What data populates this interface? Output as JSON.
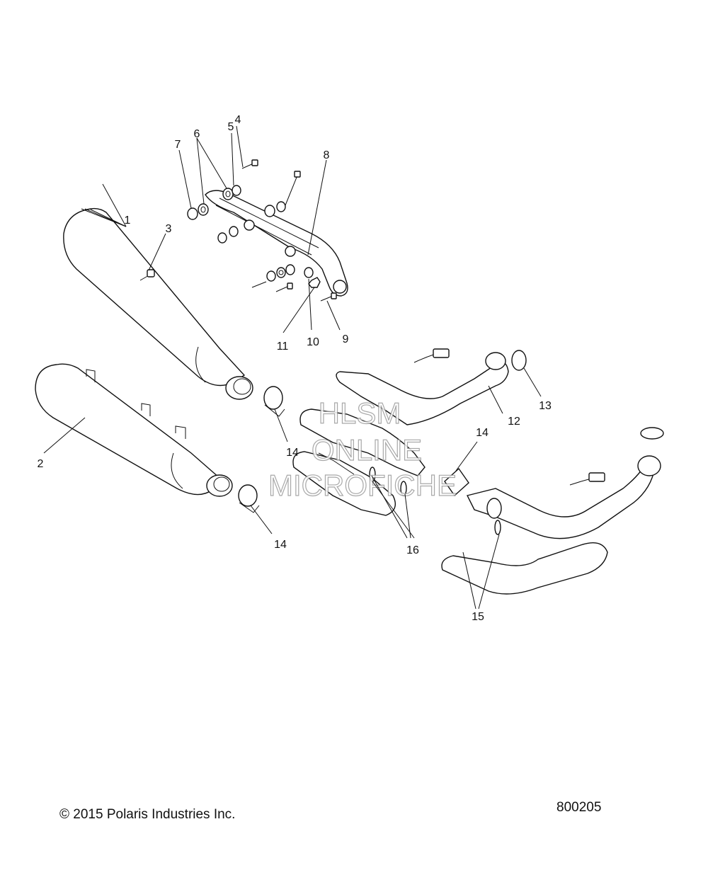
{
  "callouts": [
    {
      "id": "1",
      "label": "1"
    },
    {
      "id": "2",
      "label": "2"
    },
    {
      "id": "3",
      "label": "3"
    },
    {
      "id": "4",
      "label": "4"
    },
    {
      "id": "5",
      "label": "5"
    },
    {
      "id": "6",
      "label": "6"
    },
    {
      "id": "7",
      "label": "7"
    },
    {
      "id": "8",
      "label": "8"
    },
    {
      "id": "9",
      "label": "9"
    },
    {
      "id": "10",
      "label": "10"
    },
    {
      "id": "11",
      "label": "11"
    },
    {
      "id": "12",
      "label": "12"
    },
    {
      "id": "13",
      "label": "13"
    },
    {
      "id": "14a",
      "label": "14"
    },
    {
      "id": "14b",
      "label": "14"
    },
    {
      "id": "14c",
      "label": "14"
    },
    {
      "id": "15",
      "label": "15"
    },
    {
      "id": "16",
      "label": "16"
    }
  ],
  "watermark": {
    "line1": "HLSM",
    "line2": "ONLINE",
    "line3": "MICROFICHE"
  },
  "footer": {
    "copyright": "© 2015 Polaris Industries Inc.",
    "diagram_number": "800205"
  }
}
